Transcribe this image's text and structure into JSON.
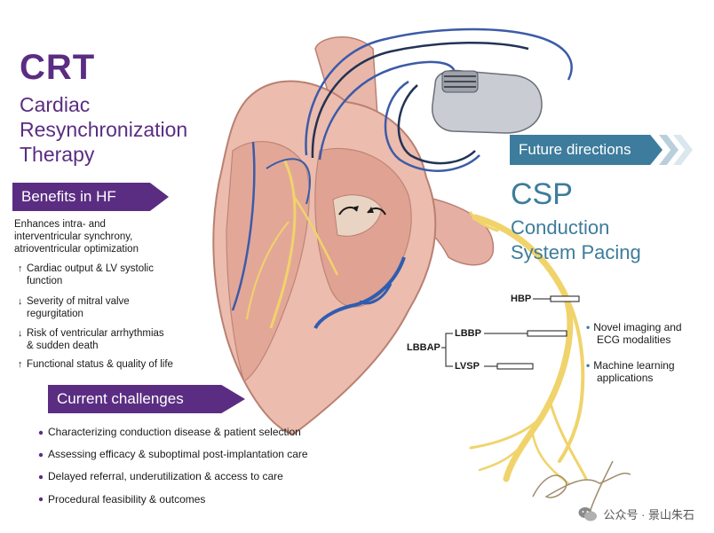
{
  "crt": {
    "title": "CRT",
    "subtitle_lines": [
      "Cardiac",
      "Resynchronization",
      "Therapy"
    ]
  },
  "benefits": {
    "header": "Benefits in HF",
    "intro": [
      "Enhances intra- and",
      "interventricular synchrony,",
      "atrioventricular optimization"
    ],
    "items": [
      {
        "direction": "up",
        "lines": [
          "Cardiac output & LV systolic",
          "function"
        ]
      },
      {
        "direction": "down",
        "lines": [
          "Severity of mitral valve",
          "regurgitation"
        ]
      },
      {
        "direction": "down",
        "lines": [
          "Risk of ventricular arrhythmias",
          "& sudden death"
        ]
      },
      {
        "direction": "up",
        "lines": [
          "Functional status & quality of life"
        ]
      }
    ]
  },
  "challenges": {
    "header": "Current challenges",
    "items": [
      "Characterizing conduction disease & patient selection",
      "Assessing efficacy & suboptimal post-implantation care",
      "Delayed referral, underutilization & access to care",
      "Procedural feasibility & outcomes"
    ]
  },
  "future": {
    "header": "Future directions",
    "csp_title": "CSP",
    "csp_subtitle_lines": [
      "Conduction",
      "System Pacing"
    ],
    "pacing_labels": {
      "hbp": "HBP",
      "lbbap": "LBBAP",
      "lbbp": "LBBP",
      "lvsp": "LVSP"
    },
    "items": [
      [
        "Novel imaging and",
        "ECG modalities"
      ],
      [
        "Machine learning",
        "applications"
      ]
    ]
  },
  "watermark": "公众号 · 景山朱石",
  "colors": {
    "purple": "#5b2d82",
    "teal": "#3d7c9c",
    "heart": "#e8b4a8",
    "conduction": "#f0d36b"
  },
  "icons": [
    "heart-illustration",
    "pacemaker-device",
    "conduction-system-illustration",
    "signature-mark",
    "wechat-icon"
  ]
}
